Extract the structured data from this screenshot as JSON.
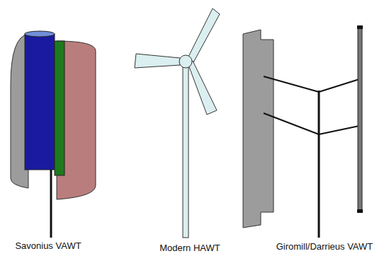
{
  "diagram": {
    "labels": [
      "Savonius VAWT",
      "Modern HAWT",
      "Giromill/Darrieus VAWT"
    ]
  }
}
